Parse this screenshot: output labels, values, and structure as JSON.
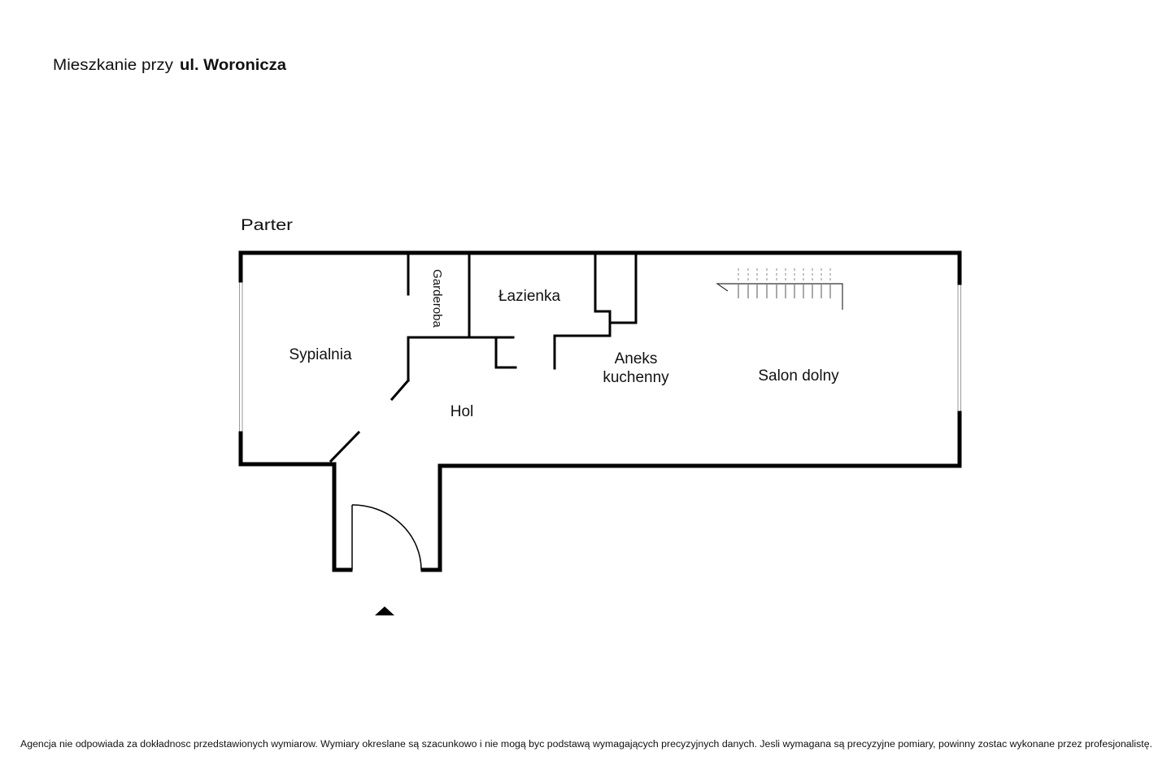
{
  "title": {
    "prefix": "Mieszkanie przy",
    "street": "ul. Woronicza"
  },
  "floor": {
    "label": "Parter"
  },
  "rooms": {
    "sypialnia": "Sypialnia",
    "garderoba": "Garderoba",
    "lazienka": "Łazienka",
    "aneks_kuchenny": [
      "Aneks",
      "kuchenny"
    ],
    "salon_dolny": "Salon dolny",
    "hol": "Hol"
  },
  "disclaimer": "Agencja nie odpowiada za dokładnosc przedstawionych wymiarow. Wymiary okreslane są szacunkowo i nie mogą byc podstawą wymagających precyzyjnych danych. Jesli wymagana są precyzyjne pomiary, powinny zostac wykonane przez profesjonalistę.",
  "icons": {
    "entrance": "entrance-arrow-icon",
    "stairs": "stairs-icon",
    "door": "door-swing-icon"
  },
  "colors": {
    "background": "#ffffff",
    "wall": "#000000",
    "window": "#9a9a9a",
    "text": "#111111"
  }
}
